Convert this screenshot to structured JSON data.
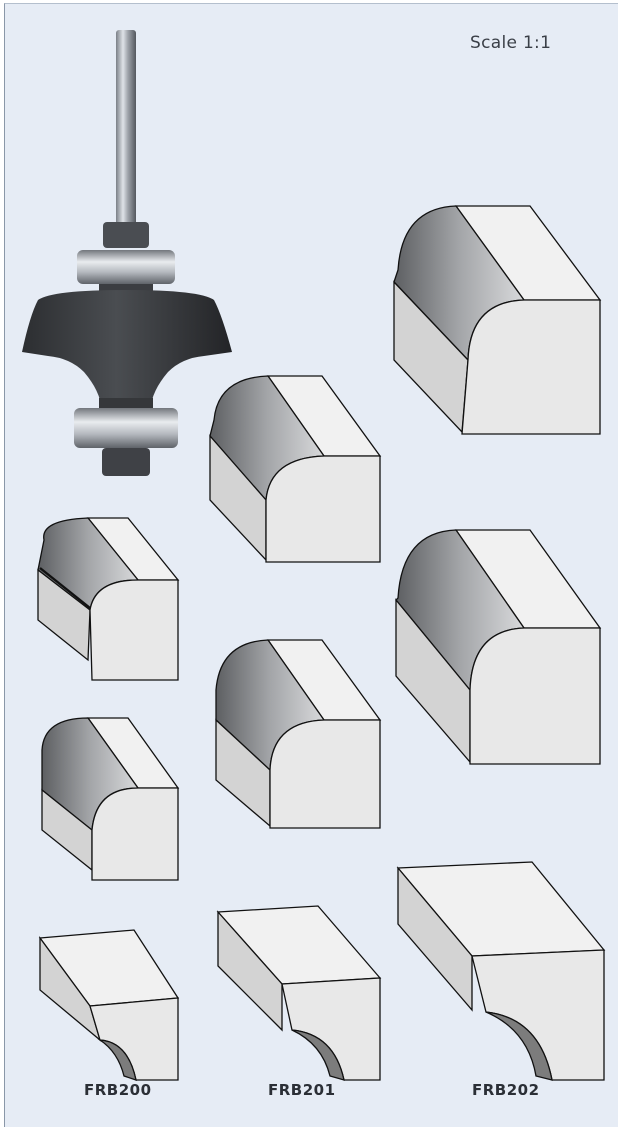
{
  "scale_label": "Scale 1:1",
  "labels": [
    "FRB200",
    "FRB201",
    "FRB202"
  ],
  "colors": {
    "background": "#e6ecf5",
    "cutter_dark": "#3a3c40",
    "bearing": "#b9bdc3",
    "block_light": "#f1f1f1",
    "block_mid": "#d3d3d3",
    "profile_dark": "#7c7c7c"
  },
  "icons": [
    "router-bit-icon",
    "profile-block-icon"
  ]
}
